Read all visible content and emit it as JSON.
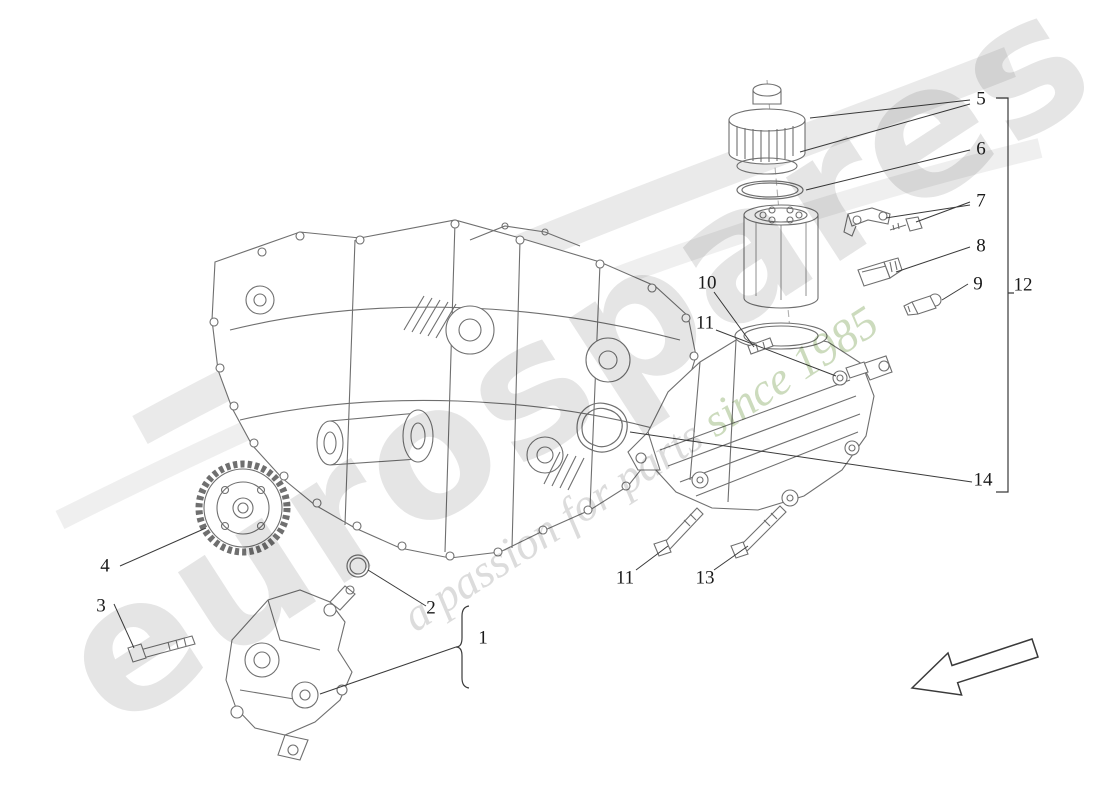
{
  "watermark": {
    "brand": "eurospares",
    "tagline_prefix": "a passion for parts ",
    "tagline_highlight": "since 1985"
  },
  "colors": {
    "art_line": "#6f6f6f",
    "leader_line": "#3a3a3a",
    "watermark_gray": "#e4e4e4",
    "watermark_green": "#c9d9ba"
  },
  "callouts": {
    "1": "1",
    "2": "2",
    "3": "3",
    "4": "4",
    "5": "5",
    "6": "6",
    "7": "7",
    "8": "8",
    "9": "9",
    "10": "10",
    "11": "11",
    "12": "12",
    "13": "13",
    "14": "14"
  }
}
